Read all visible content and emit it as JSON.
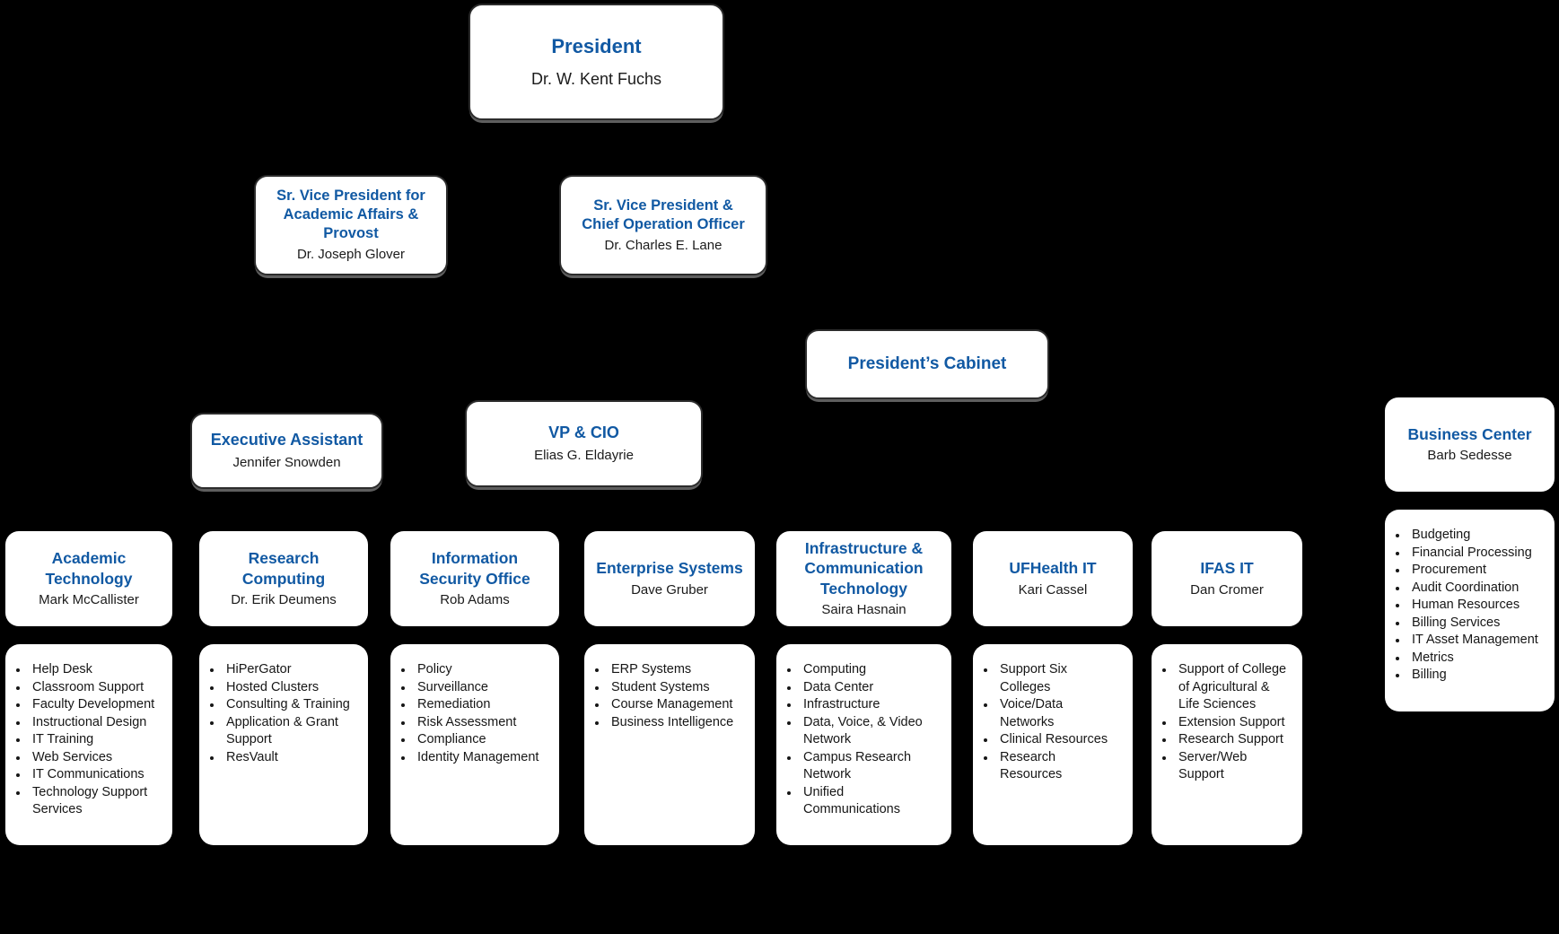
{
  "colors": {
    "background": "#000000",
    "box_fill": "#ffffff",
    "accent_blue": "#1159A3",
    "text_dark": "#1b1b1b",
    "box_border": "#2c2c2c",
    "box_shadow": "#5e5e5e"
  },
  "nodes": {
    "president": {
      "title": "President",
      "name": "Dr. W. Kent Fuchs"
    },
    "svp_provost": {
      "title": "Sr. Vice President for\nAcademic Affairs & Provost",
      "name": "Dr. Joseph Glover"
    },
    "svp_coo": {
      "title": "Sr. Vice President &\nChief Operation Officer",
      "name": "Dr. Charles E. Lane"
    },
    "cabinet": {
      "title": "President’s Cabinet"
    },
    "exec_assistant": {
      "title": "Executive Assistant",
      "name": "Jennifer Snowden"
    },
    "vp_cio": {
      "title": "VP & CIO",
      "name": "Elias G. Eldayrie"
    },
    "business_center": {
      "title": "Business Center",
      "name": "Barb Sedesse",
      "items": [
        "Budgeting",
        "Financial Processing",
        "Procurement",
        "Audit Coordination",
        "Human Resources",
        "Billing Services",
        "IT Asset Management",
        "Metrics",
        "Billing"
      ]
    }
  },
  "departments": [
    {
      "title": "Academic\nTechnology",
      "name": "Mark McCallister",
      "items": [
        "Help Desk",
        "Classroom Support",
        "Faculty Development",
        "Instructional Design",
        "IT Training",
        "Web Services",
        "IT Communications",
        "Technology Support\nServices"
      ]
    },
    {
      "title": "Research\nComputing",
      "name": "Dr. Erik Deumens",
      "items": [
        "HiPerGator",
        "Hosted Clusters",
        "Consulting & Training",
        "Application & Grant\nSupport",
        "ResVault"
      ]
    },
    {
      "title": "Information\nSecurity Office",
      "name": "Rob Adams",
      "items": [
        "Policy",
        "Surveillance",
        "Remediation",
        "Risk Assessment",
        "Compliance",
        "Identity Management"
      ]
    },
    {
      "title": "Enterprise Systems",
      "name": "Dave Gruber",
      "items": [
        "ERP Systems",
        "Student Systems",
        "Course Management",
        "Business Intelligence"
      ]
    },
    {
      "title": "Infrastructure &\nCommunication\nTechnology",
      "name": "Saira Hasnain",
      "items": [
        "Computing",
        "Data Center",
        "Infrastructure",
        "Data, Voice, & Video\nNetwork",
        "Campus Research\nNetwork",
        "Unified\nCommunications"
      ]
    },
    {
      "title": "UFHealth IT",
      "name": "Kari Cassel",
      "items": [
        "Support Six\nColleges",
        "Voice/Data\nNetworks",
        "Clinical Resources",
        "Research\nResources"
      ]
    },
    {
      "title": "IFAS IT",
      "name": "Dan Cromer",
      "items": [
        "Support of College\nof Agricultural &\nLife Sciences",
        "Extension Support",
        "Research Support",
        "Server/Web\nSupport"
      ]
    }
  ]
}
